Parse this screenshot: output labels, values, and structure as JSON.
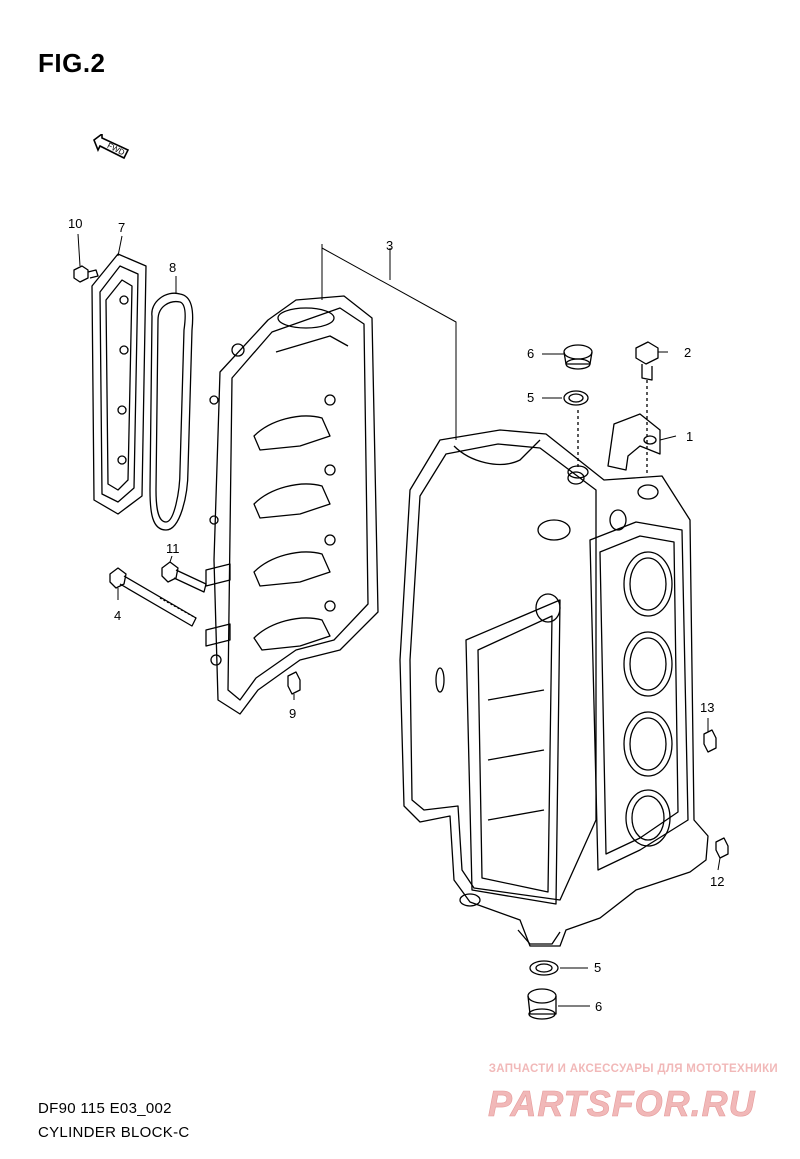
{
  "figure": {
    "title": "FIG.2",
    "fwd_label": "FWD"
  },
  "footer": {
    "code": "DF90 115 E03_002",
    "name": "CYLINDER BLOCK-C"
  },
  "watermark": {
    "text": "ЗАПЧАСТИ И АКСЕССУАРЫ ДЛЯ МОТОТЕХНИКИ",
    "logo": "PARTSFOR.RU",
    "color": "#f1b8b8"
  },
  "callouts": {
    "c1": "1",
    "c2": "2",
    "c3": "3",
    "c4": "4",
    "c5a": "5",
    "c5b": "5",
    "c6a": "6",
    "c6b": "6",
    "c7": "7",
    "c8": "8",
    "c9": "9",
    "c10": "10",
    "c11": "11",
    "c12": "12",
    "c13": "13"
  }
}
